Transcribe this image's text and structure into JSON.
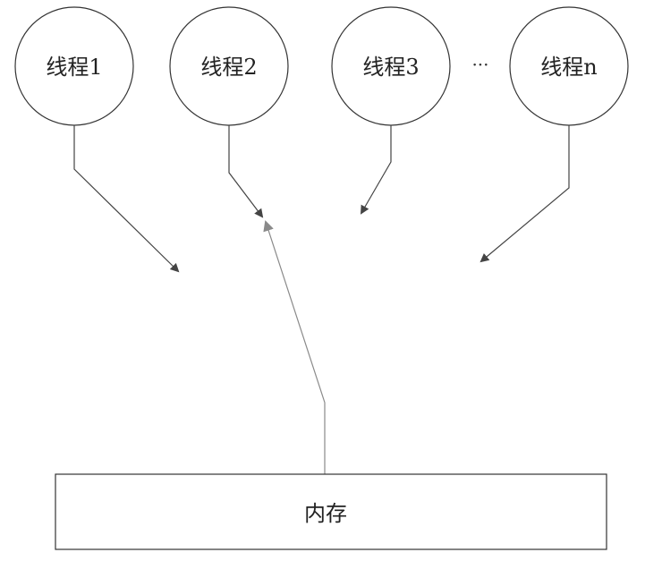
{
  "threads": [
    {
      "label": "线程1"
    },
    {
      "label": "线程2"
    },
    {
      "label": "线程3"
    },
    {
      "label": "线程n"
    }
  ],
  "ellipsis": "···",
  "memory": {
    "label": "内存"
  },
  "colors": {
    "stroke": "#333333",
    "arrow_thread": "#444444",
    "arrow_memory": "#8a8a8a"
  }
}
